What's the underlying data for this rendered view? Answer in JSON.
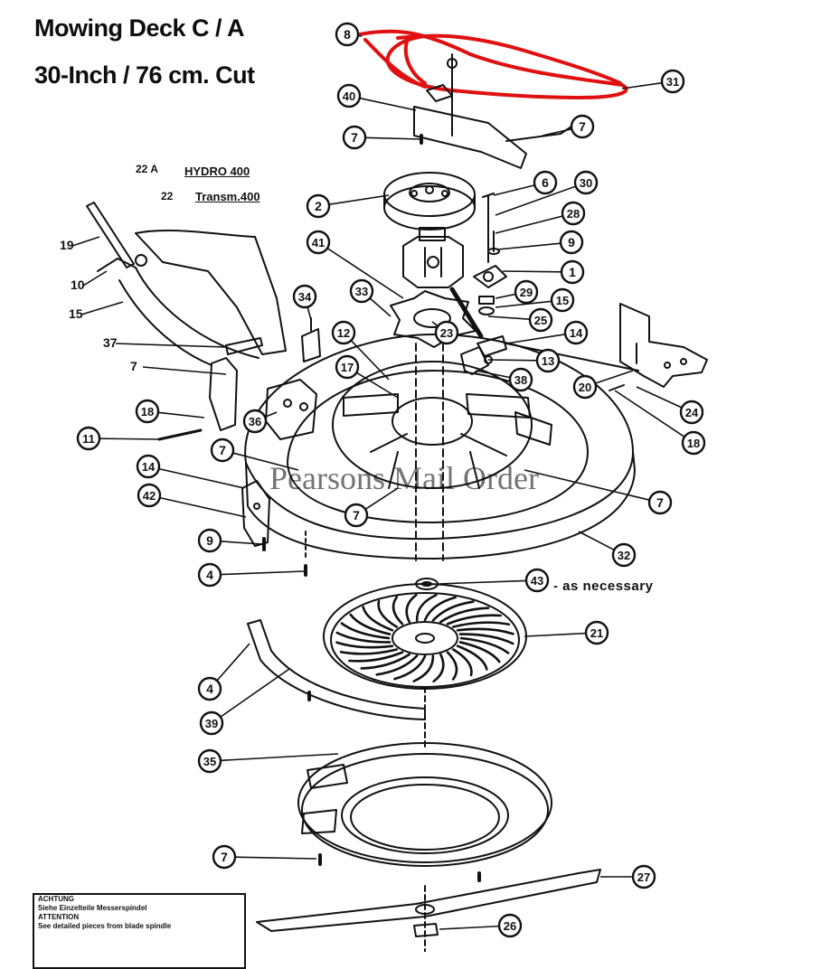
{
  "title": {
    "line1": "Mowing Deck  C / A",
    "line2": "30-Inch / 76 cm. Cut"
  },
  "annotations": {
    "label_22a": "22 A",
    "label_22": "22",
    "hydro": "HYDRO 400",
    "transm": "Transm.400",
    "as_necessary": "- as necessary"
  },
  "watermark": "Pearsons Mail Order",
  "note_box": {
    "lines": [
      "ACHTUNG",
      "Siehe  Einzelteile Messerspindel",
      "ATTENTION",
      "See detailed pieces from blade spindle"
    ]
  },
  "highlight_color": "#e01010",
  "callouts": [
    {
      "id": "8",
      "label": "8"
    },
    {
      "id": "31",
      "label": "31"
    },
    {
      "id": "40",
      "label": "40"
    },
    {
      "id": "7a",
      "label": "7"
    },
    {
      "id": "7b",
      "label": "7"
    },
    {
      "id": "6",
      "label": "6"
    },
    {
      "id": "30",
      "label": "30"
    },
    {
      "id": "28",
      "label": "28"
    },
    {
      "id": "2",
      "label": "2"
    },
    {
      "id": "9a",
      "label": "9"
    },
    {
      "id": "41",
      "label": "41"
    },
    {
      "id": "1",
      "label": "1"
    },
    {
      "id": "34",
      "label": "34"
    },
    {
      "id": "33",
      "label": "33"
    },
    {
      "id": "29",
      "label": "29"
    },
    {
      "id": "15b",
      "label": "15"
    },
    {
      "id": "25",
      "label": "25"
    },
    {
      "id": "23",
      "label": "23"
    },
    {
      "id": "12",
      "label": "12"
    },
    {
      "id": "14a",
      "label": "14"
    },
    {
      "id": "13",
      "label": "13"
    },
    {
      "id": "17",
      "label": "17"
    },
    {
      "id": "38",
      "label": "38"
    },
    {
      "id": "20",
      "label": "20"
    },
    {
      "id": "24",
      "label": "24"
    },
    {
      "id": "18a",
      "label": "18"
    },
    {
      "id": "18b",
      "label": "18"
    },
    {
      "id": "36",
      "label": "36"
    },
    {
      "id": "11",
      "label": "11"
    },
    {
      "id": "7c",
      "label": "7"
    },
    {
      "id": "14b",
      "label": "14"
    },
    {
      "id": "42",
      "label": "42"
    },
    {
      "id": "7d",
      "label": "7"
    },
    {
      "id": "7e",
      "label": "7"
    },
    {
      "id": "32",
      "label": "32"
    },
    {
      "id": "9b",
      "label": "9"
    },
    {
      "id": "4a",
      "label": "4"
    },
    {
      "id": "43",
      "label": "43"
    },
    {
      "id": "21",
      "label": "21"
    },
    {
      "id": "4b",
      "label": "4"
    },
    {
      "id": "39",
      "label": "39"
    },
    {
      "id": "35",
      "label": "35"
    },
    {
      "id": "7f",
      "label": "7"
    },
    {
      "id": "27",
      "label": "27"
    },
    {
      "id": "26",
      "label": "26"
    }
  ],
  "plain_labels": [
    {
      "id": "19",
      "label": "19"
    },
    {
      "id": "10",
      "label": "10"
    },
    {
      "id": "15a",
      "label": "15"
    },
    {
      "id": "37",
      "label": "37"
    },
    {
      "id": "7g",
      "label": "7"
    }
  ]
}
